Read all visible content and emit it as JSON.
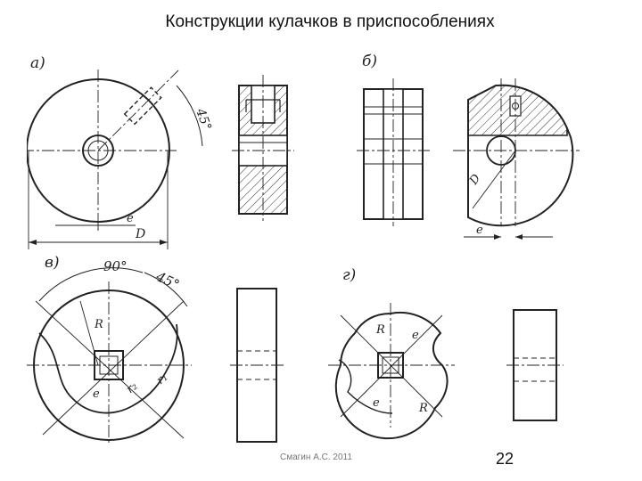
{
  "slide": {
    "title": "Конструкции кулачков в приспособлениях",
    "footer": "Смагин А.С. 2011",
    "page_number": "22"
  },
  "figure": {
    "panel_labels": {
      "a": "а)",
      "b": "б)",
      "v": "в)",
      "g": "г)"
    },
    "dimension_labels": {
      "angle_45_a": "45°",
      "e_a": "e",
      "D_a": "D",
      "D_b": "D",
      "e_b": "e",
      "angle_90": "90°",
      "angle_45_v": "45°",
      "R_v": "R",
      "r1_v": "r₁",
      "r2_v": "r₂",
      "e_v": "e",
      "R_g": "R",
      "e_g1": "e",
      "e_g2": "e",
      "R_g2": "R"
    },
    "colors": {
      "ink": "#222222",
      "background": "#ffffff",
      "hatch": "#333333"
    }
  }
}
